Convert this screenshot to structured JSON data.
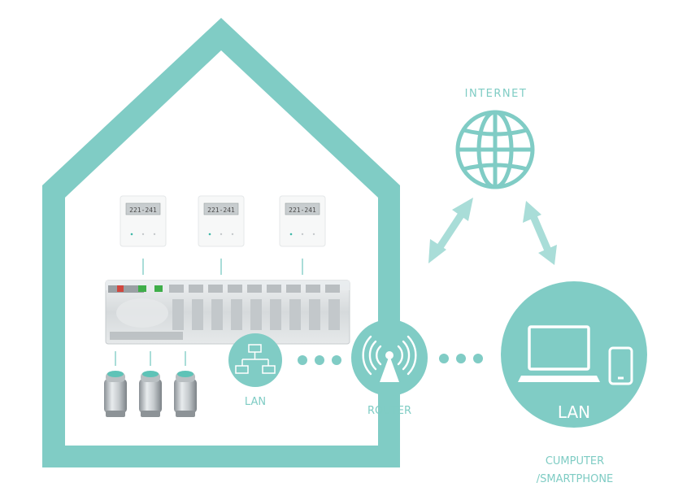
{
  "colors": {
    "accent": "#80ccc5",
    "accent_light": "#a9ddd8",
    "background": "#ffffff"
  },
  "labels": {
    "internet": "INTERNET",
    "lan_small": "LAN",
    "router": "ROUTER",
    "lan_big": "LAN",
    "computer_line1": "CUMPUTER",
    "computer_line2": "/SMARTPHONE"
  },
  "thermostats": [
    {
      "display": "221-241"
    },
    {
      "display": "221-241"
    },
    {
      "display": "221-241"
    }
  ],
  "actuator_count": 3,
  "icons": {
    "internet": "globe-icon",
    "lan": "network-icon",
    "router": "wifi-antenna-icon",
    "computer": "laptop-icon",
    "phone": "smartphone-icon"
  }
}
